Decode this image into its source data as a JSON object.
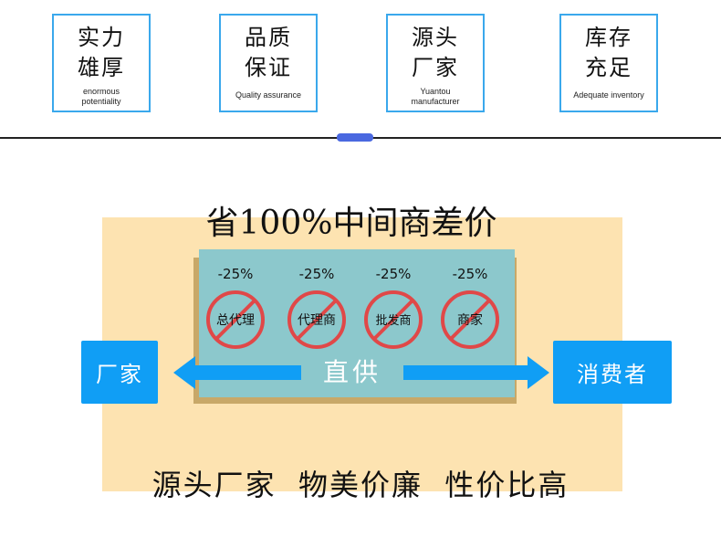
{
  "features": [
    {
      "title_line1": "实力",
      "title_line2": "雄厚",
      "subtitle_line1": "enormous",
      "subtitle_line2": "potentiality"
    },
    {
      "title_line1": "品质",
      "title_line2": "保证",
      "subtitle_line1": "Quality assurance",
      "subtitle_line2": ""
    },
    {
      "title_line1": "源头",
      "title_line2": "厂家",
      "subtitle_line1": "Yuantou",
      "subtitle_line2": "manufacturer"
    },
    {
      "title_line1": "库存",
      "title_line2": "充足",
      "subtitle_line1": "Adequate inventory",
      "subtitle_line2": ""
    }
  ],
  "main": {
    "heading": "省100%中间商差价",
    "middlemen": [
      {
        "percent": "-25%",
        "label": "总代理"
      },
      {
        "percent": "-25%",
        "label": "代理商"
      },
      {
        "percent": "-25%",
        "label": "批发商"
      },
      {
        "percent": "-25%",
        "label": "商家"
      }
    ],
    "left_box": "厂家",
    "right_box": "消费者",
    "direct_label": "直供",
    "slogan": "源头厂家  物美价廉  性价比高"
  },
  "colors": {
    "accent_blue": "#109ef5",
    "box_border": "#3aa8ec",
    "panel_bg": "#fde3b1",
    "teal": "#8cc8cc",
    "no_sign_red": "#e04848"
  }
}
